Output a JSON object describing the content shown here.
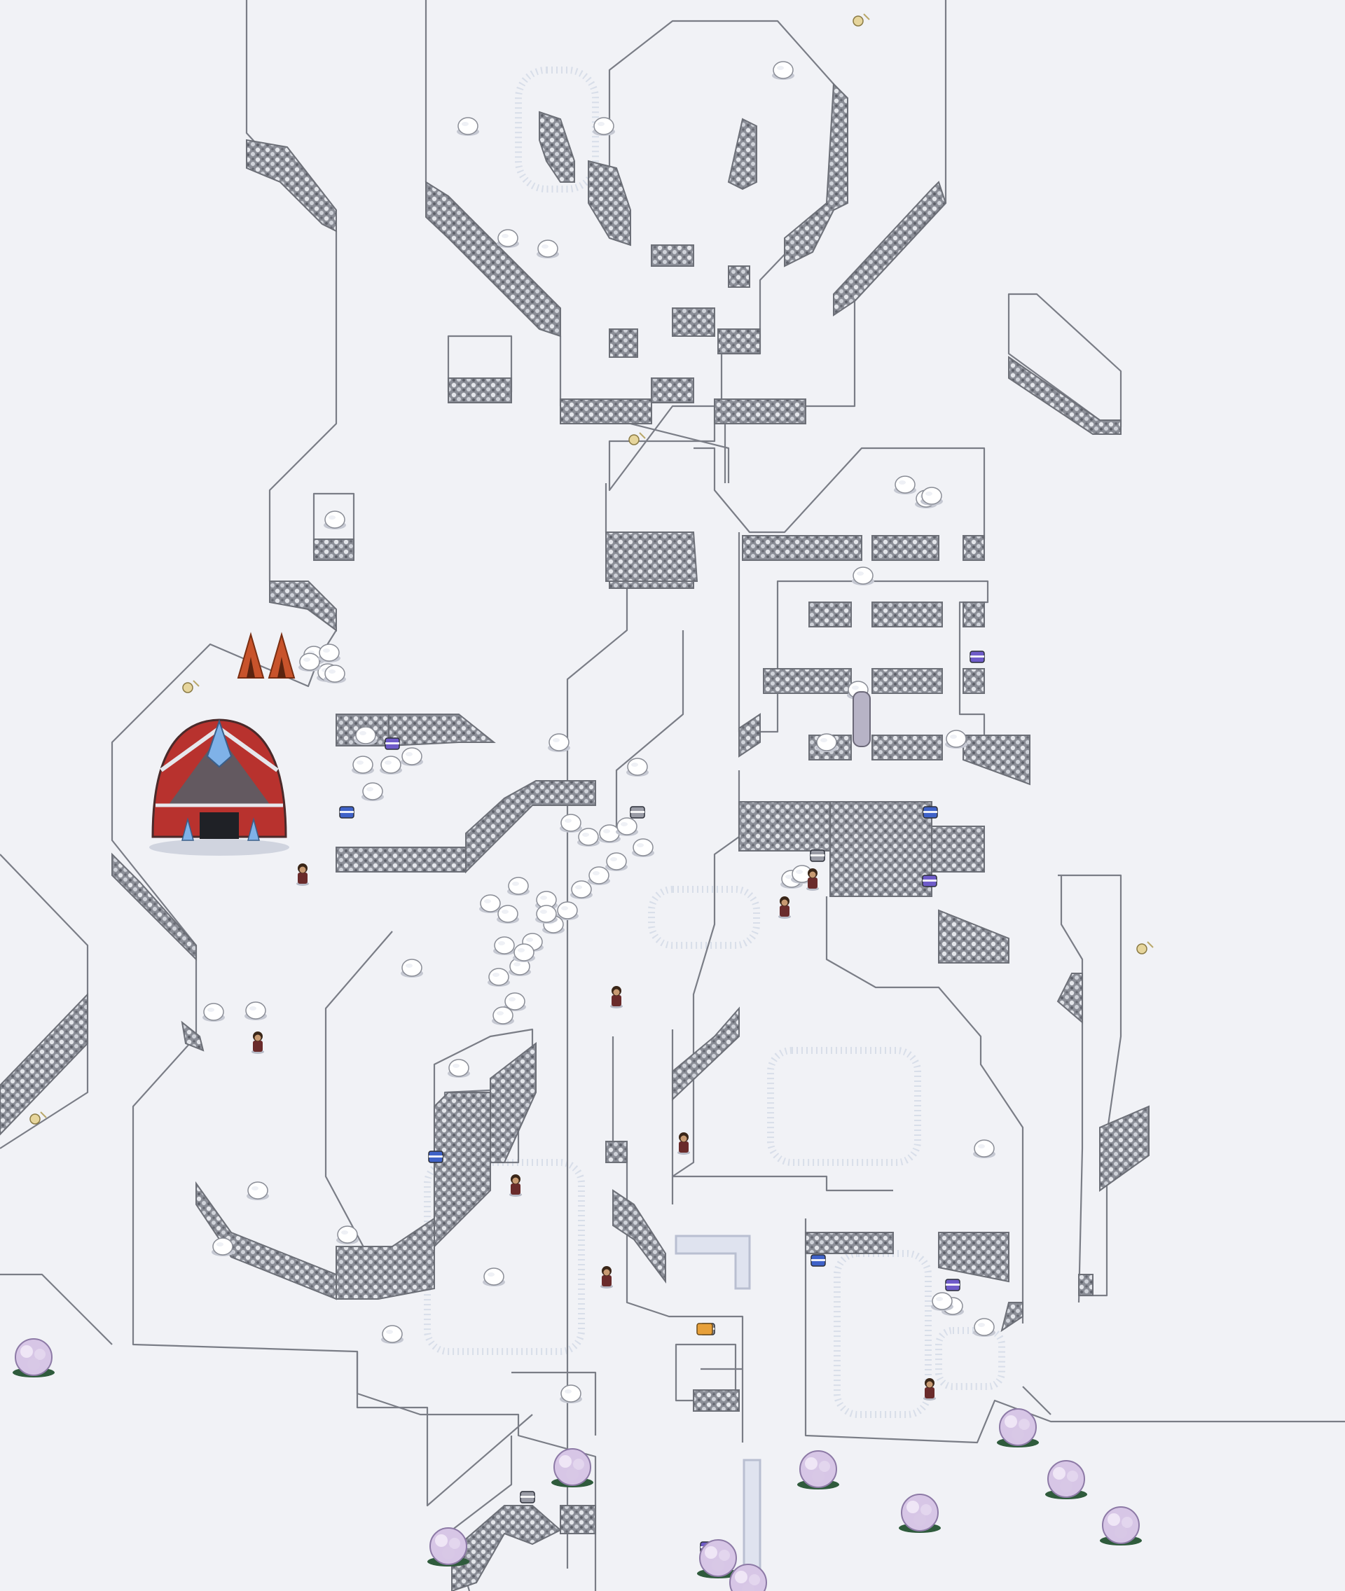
{
  "map": {
    "theme": "snowfield",
    "colors": {
      "snow": "#f1f2f6",
      "ledge_line": "#7a7d86",
      "rock_dark": "#5c5f68",
      "rock_light": "#d9dbe2",
      "tent": "#c8532b",
      "dome_red": "#b8322e",
      "crystal": "#7fb2e8",
      "frozen_tree": "#d7c6e6"
    },
    "icons": {
      "building": "domed-base-icon",
      "tent": "tent-icon",
      "npc": "trainer-sprite-icon",
      "item": "item-ball-icon",
      "boulder": "snow-boulder-icon",
      "tree": "frozen-tree-icon",
      "skull": "skull-bones-icon"
    },
    "counts": {
      "npcs": 9,
      "item_balls": 13,
      "frozen_trees": 10,
      "tents": 2
    }
  }
}
